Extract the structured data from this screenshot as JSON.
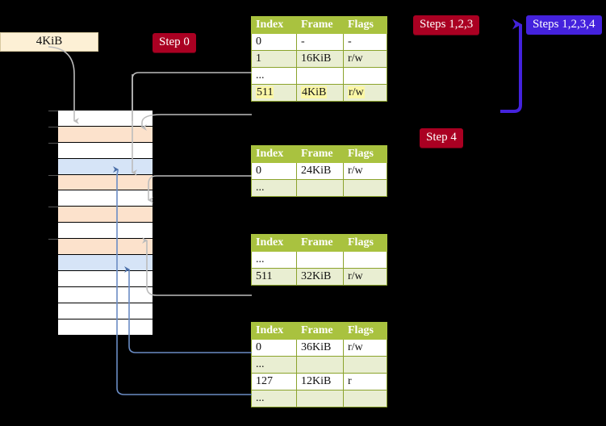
{
  "labels": {
    "size_box": "4KiB",
    "step0": "Step 0",
    "steps123": "Steps 1,2,3",
    "steps1234": "Steps 1,2,3,4",
    "step4": "Step 4"
  },
  "colors": {
    "chip_red": "#aa0022",
    "chip_blue": "#4422dd",
    "table_header_green": "#a9c23f",
    "table_alt_row": "#e9eed2",
    "highlight_yellow": "#fbf7a6",
    "mem_peach": "#fce2cc",
    "mem_blue": "#d6e4f7",
    "size_box_bg": "#fdf0d5",
    "gray_arrow": "#b9b9b9",
    "blue_arrow": "#5b7fba"
  },
  "memory_column": {
    "rows": [
      {
        "fill": "white"
      },
      {
        "fill": "peach"
      },
      {
        "fill": "white"
      },
      {
        "fill": "blue"
      },
      {
        "fill": "peach"
      },
      {
        "fill": "white"
      },
      {
        "fill": "peach"
      },
      {
        "fill": "white"
      },
      {
        "fill": "peach"
      },
      {
        "fill": "blue"
      },
      {
        "fill": "white"
      },
      {
        "fill": "white"
      },
      {
        "fill": "white"
      },
      {
        "fill": "white"
      }
    ],
    "tick_rows": [
      0,
      1,
      2,
      4,
      6,
      8
    ]
  },
  "tables": [
    {
      "name": "pml4-table",
      "headers": [
        "Index",
        "Frame",
        "Flags"
      ],
      "rows": [
        {
          "cells": [
            "0",
            "-",
            "-"
          ],
          "alt": false,
          "highlight": false
        },
        {
          "cells": [
            "1",
            "16KiB",
            "r/w"
          ],
          "alt": true,
          "highlight": false
        },
        {
          "cells": [
            "...",
            "",
            ""
          ],
          "alt": false,
          "highlight": false
        },
        {
          "cells": [
            "511",
            "4KiB",
            "r/w"
          ],
          "alt": true,
          "highlight": true
        }
      ]
    },
    {
      "name": "pdpt-table",
      "headers": [
        "Index",
        "Frame",
        "Flags"
      ],
      "rows": [
        {
          "cells": [
            "0",
            "24KiB",
            "r/w"
          ],
          "alt": false,
          "highlight": false
        },
        {
          "cells": [
            "...",
            "",
            ""
          ],
          "alt": true,
          "highlight": false
        }
      ]
    },
    {
      "name": "pd-table",
      "headers": [
        "Index",
        "Frame",
        "Flags"
      ],
      "rows": [
        {
          "cells": [
            "...",
            "",
            ""
          ],
          "alt": false,
          "highlight": false
        },
        {
          "cells": [
            "511",
            "32KiB",
            "r/w"
          ],
          "alt": true,
          "highlight": false
        }
      ]
    },
    {
      "name": "pt-table",
      "headers": [
        "Index",
        "Frame",
        "Flags"
      ],
      "rows": [
        {
          "cells": [
            "0",
            "36KiB",
            "r/w"
          ],
          "alt": false,
          "highlight": false
        },
        {
          "cells": [
            "...",
            "",
            ""
          ],
          "alt": true,
          "highlight": false
        },
        {
          "cells": [
            "127",
            "12KiB",
            "r"
          ],
          "alt": false,
          "highlight": false
        },
        {
          "cells": [
            "...",
            "",
            ""
          ],
          "alt": true,
          "highlight": false
        }
      ]
    }
  ]
}
